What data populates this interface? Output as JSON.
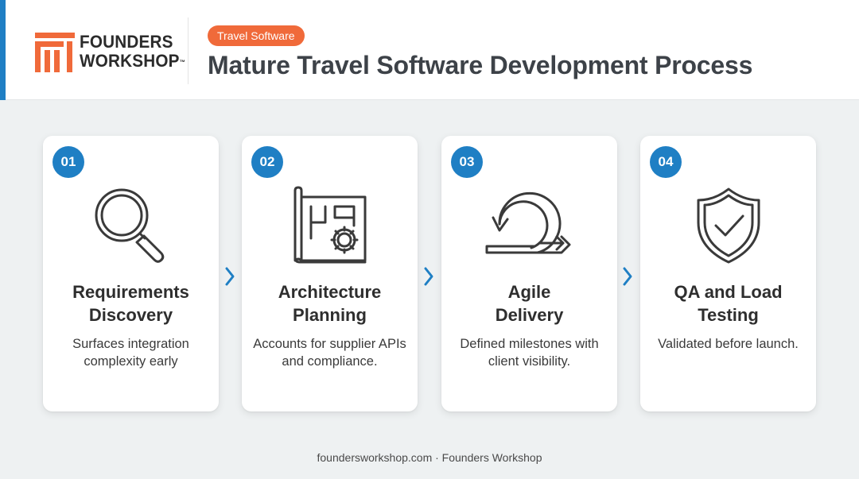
{
  "brand": {
    "name_line1": "FOUNDERS",
    "name_line2": "WORKSHOP",
    "trademark": "™",
    "primary_color": "#1f7fc4",
    "accent_color": "#f06a3a"
  },
  "header": {
    "tag": "Travel Software",
    "title": "Mature Travel Software Development Process"
  },
  "steps": [
    {
      "number": "01",
      "icon": "magnifier-icon",
      "title": "Requirements\nDiscovery",
      "description": "Surfaces integration complexity early"
    },
    {
      "number": "02",
      "icon": "blueprint-gear-icon",
      "title": "Architecture\nPlanning",
      "description": "Accounts for supplier APIs and compliance."
    },
    {
      "number": "03",
      "icon": "cycle-arrow-icon",
      "title": "Agile\nDelivery",
      "description": "Defined milestones with client visibility."
    },
    {
      "number": "04",
      "icon": "shield-check-icon",
      "title": "QA and Load\nTesting",
      "description": "Validated before launch."
    }
  ],
  "footer": {
    "text": "foundersworkshop.com · Founders Workshop"
  }
}
